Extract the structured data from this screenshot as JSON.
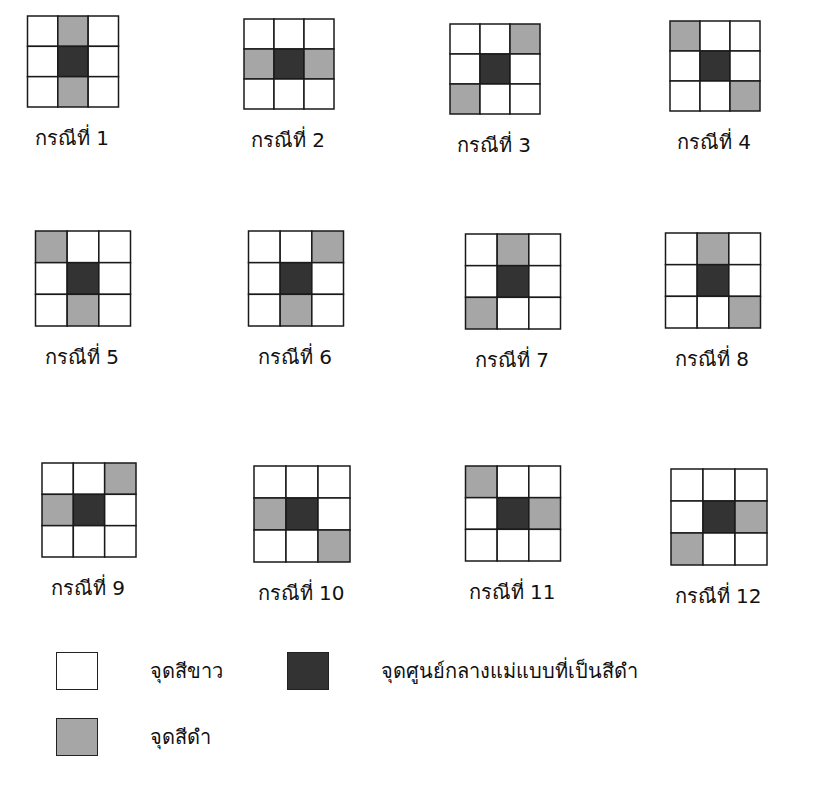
{
  "diagram": {
    "nodes": [
      {
        "text": [
          "กรณีที่ 1"
        ]
      },
      {
        "text": [
          "กรณีที่ 2"
        ]
      },
      {
        "text": [
          "กรณีที่ 3"
        ]
      },
      {
        "text": [
          "กรณีที่ 4"
        ]
      },
      {
        "text": [
          "กรณีที่ 5"
        ]
      },
      {
        "text": [
          "กรณีที่ 6"
        ]
      },
      {
        "text": [
          "กรณีที่ 7"
        ]
      },
      {
        "text": [
          "กรณีที่ 8"
        ]
      },
      {
        "text": [
          "กรณีที่ 9"
        ]
      },
      {
        "text": [
          "กรณีที่ 10"
        ]
      },
      {
        "text": [
          "กรณีที่ 11"
        ]
      },
      {
        "text": [
          "กรณีที่ 12"
        ]
      }
    ],
    "legend": [
      {
        "text": "จุดสีขาว",
        "color": "#ffffff"
      },
      {
        "text": "จุดศูนย์กลางแม่แบบที่เป็นสีดำ",
        "color": "#333333"
      },
      {
        "text": "จุดสีดำ",
        "color": "#a6a6a6"
      }
    ]
  }
}
